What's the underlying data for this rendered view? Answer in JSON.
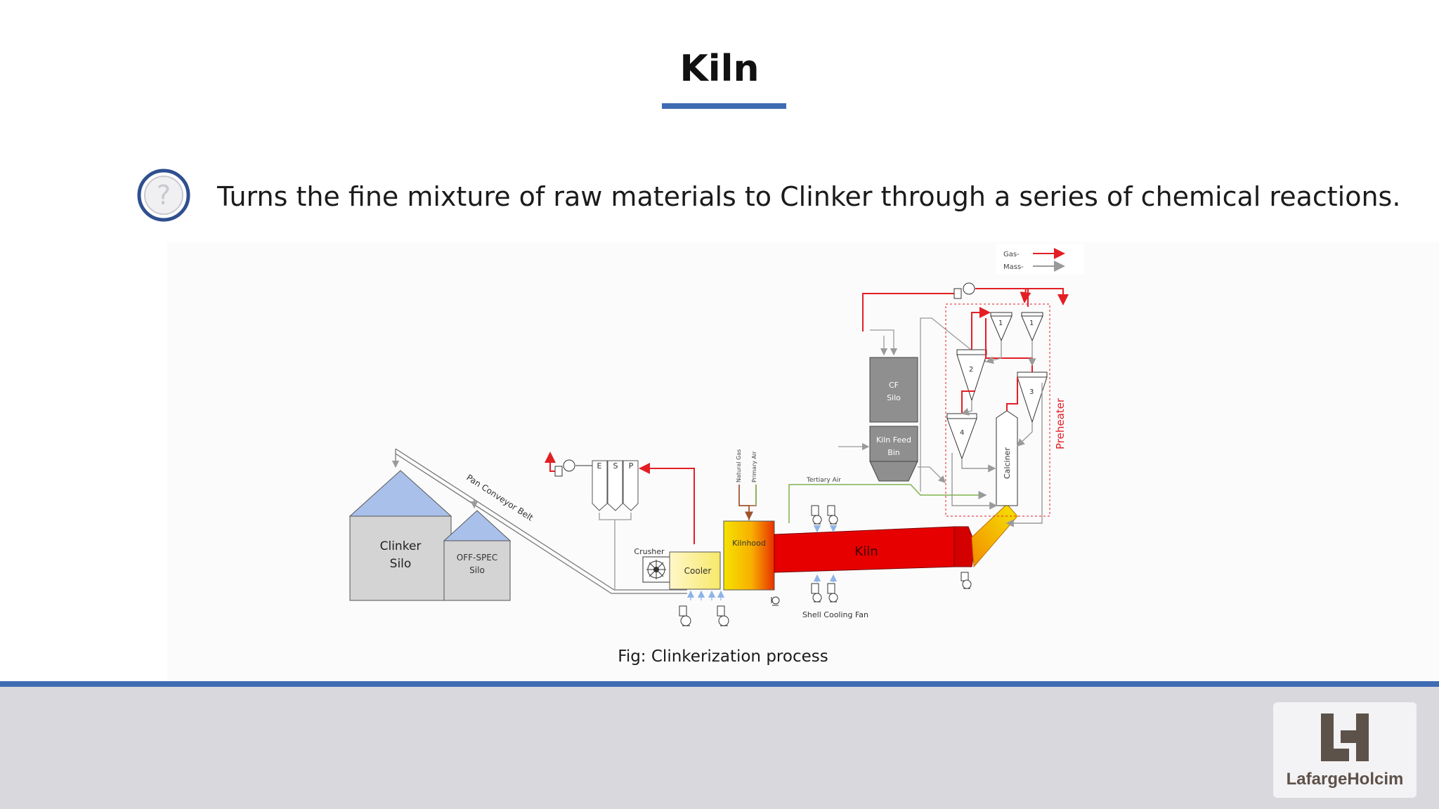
{
  "slide": {
    "title": "Kiln",
    "description": "Turns the fine mixture of raw materials to Clinker through a series of chemical reactions.",
    "caption": "Fig: Clinkerization process",
    "question_icon": "question-mark-icon",
    "brand_color": "#3f6bb3"
  },
  "diagram": {
    "legend": {
      "gas": "Gas-",
      "mass": "Mass-",
      "gas_color": "#e31e24",
      "mass_color": "#9a9a9a"
    },
    "clinker_silo": [
      "Clinker",
      "Silo"
    ],
    "offspec_silo": [
      "OFF-SPEC",
      "Silo"
    ],
    "conveyor": "Pan Conveyor Belt",
    "esp": [
      "E",
      "S",
      "P"
    ],
    "crusher": "Crusher",
    "cooler": "Cooler",
    "kilnhood": "Kilnhood",
    "natural_gas": "Natural Gas",
    "primary_air": "Primary Air",
    "kiln": "Kiln",
    "tertiary_air": "Tertiary Air",
    "shell_fan": "Shell Cooling Fan",
    "cf_silo": [
      "CF",
      "Silo"
    ],
    "kiln_feed_bin": [
      "Kiln Feed",
      "Bin"
    ],
    "calciner": "Calciner",
    "preheater": "Preheater",
    "cyclones": [
      "1",
      "1",
      "2",
      "3",
      "4"
    ]
  },
  "footer": {
    "logo_text": "LafargeHolcim"
  }
}
